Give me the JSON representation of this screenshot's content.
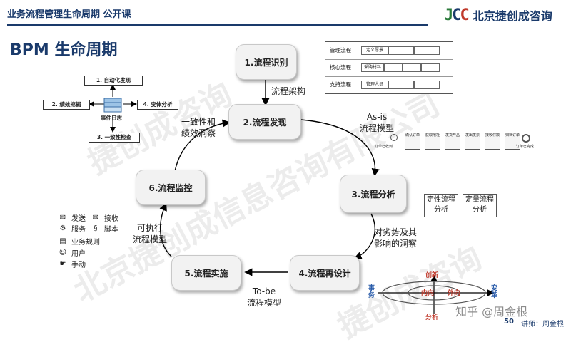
{
  "header": {
    "course_title": "业务流程管理生命周期  公开课",
    "logo_mark": "JCC",
    "logo_text": "北京捷创成咨询"
  },
  "page_title": "BPM 生命周期",
  "stages": [
    {
      "label": "1.流程识别"
    },
    {
      "label": "2.流程发现"
    },
    {
      "label": "3.流程分析"
    },
    {
      "label": "4.流程再设计"
    },
    {
      "label": "5.流程实施"
    },
    {
      "label": "6.流程监控"
    }
  ],
  "transitions": {
    "t1": "流程架构",
    "t2_line1": "As-is",
    "t2_line2": "流程模型",
    "t3_line1": "对劣势及其",
    "t3_line2": "影响的洞察",
    "t4_line1": "To-be",
    "t4_line2": "流程模型",
    "t5_line1": "可执行",
    "t5_line2": "流程模型",
    "t6_line1": "一致性和",
    "t6_line2": "绩效洞察"
  },
  "mining": {
    "center": "事件日志",
    "items": [
      "1. 自动化发现",
      "2. 绩效挖掘",
      "3. 一致性检查",
      "4. 变体分析"
    ]
  },
  "process_table": {
    "rows": [
      {
        "label": "管理流程",
        "steps": [
          "定义愿景",
          "",
          ""
        ]
      },
      {
        "label": "核心流程",
        "steps": [
          "采购材料",
          "",
          "",
          ""
        ]
      },
      {
        "label": "支持流程",
        "steps": [
          "管理人员",
          "",
          ""
        ]
      }
    ]
  },
  "asis_strip": {
    "start": "订单已收到",
    "end": "订单已完成",
    "steps": [
      "确认订单",
      "获取地址",
      "发货产品",
      "发出发票",
      "接收付款",
      "归档订单"
    ]
  },
  "analysis": {
    "qualitative": [
      "定性流程",
      "分析"
    ],
    "quantitative": [
      "定量流程",
      "分析"
    ]
  },
  "redesign_diagram": {
    "top": "创新",
    "bottom": "分析",
    "left": "事务",
    "right": "变革",
    "inner_left": "内向",
    "inner_right": "外向"
  },
  "legend": [
    {
      "icon": "mail-icon",
      "label": "发送"
    },
    {
      "icon": "mail-open-icon",
      "label": "接收"
    },
    {
      "icon": "gears-icon",
      "label": "服务"
    },
    {
      "icon": "script-icon",
      "label": "脚本"
    },
    {
      "icon": "rules-icon",
      "label": "业务规则"
    },
    {
      "icon": "user-icon",
      "label": "用户"
    },
    {
      "icon": "hand-icon",
      "label": "手动"
    }
  ],
  "watermark_texts": [
    "捷创成咨询",
    "北京捷创成信息咨询有限公司",
    "捷创成咨询"
  ],
  "footer": {
    "page_number": "50",
    "lecturer": "讲师：周金根",
    "zhihu": "知乎 @周金根"
  }
}
